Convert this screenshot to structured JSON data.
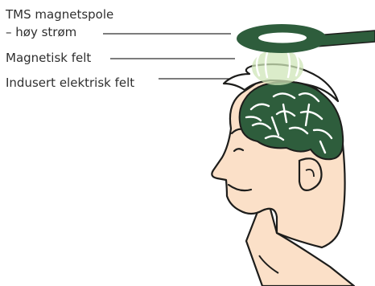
{
  "labels": {
    "coil_line1": "TMS magnetspole",
    "coil_line2": "– høy strøm",
    "magnetic": "Magnetisk felt",
    "electric": "Indusert elektrisk felt"
  },
  "colors": {
    "coil": "#2e5d3c",
    "coil_inner": "#ffffff",
    "field_glow": "#cfe6b8",
    "skin": "#fbe0c8",
    "brain": "#2e5d3c",
    "outline": "#1d1d1b",
    "leader": "#2f2f2f"
  },
  "icons": {
    "coil": "tms-coil-icon",
    "head": "human-head-profile-icon"
  }
}
